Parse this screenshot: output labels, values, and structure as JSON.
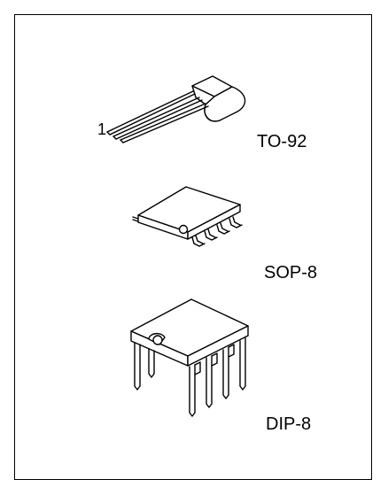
{
  "packages": [
    {
      "id": "to92",
      "label": "TO-92"
    },
    {
      "id": "sop8",
      "label": "SOP-8"
    },
    {
      "id": "dip8",
      "label": "DIP-8"
    }
  ],
  "pin1_marker": "1",
  "colors": {
    "line": "#000000",
    "background": "#ffffff"
  }
}
